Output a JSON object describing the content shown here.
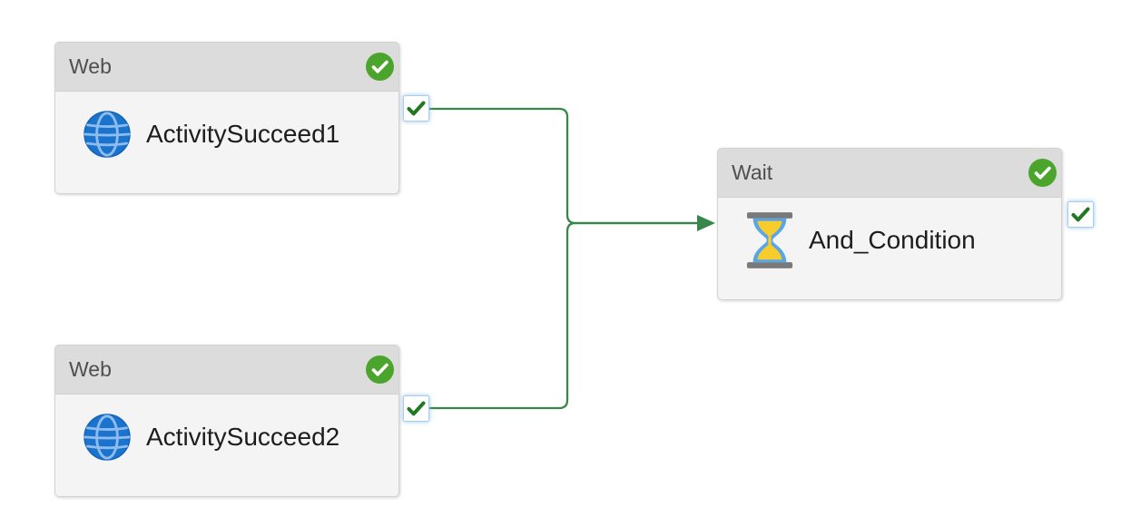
{
  "diagram": {
    "kind": "pipeline-activity-canvas",
    "background": "#ffffff"
  },
  "colors": {
    "node_header_bg": "#dcdcdc",
    "node_body_bg": "#f4f4f4",
    "node_border": "#d3d3d3",
    "header_text": "#4f4f4f",
    "name_text": "#1d1d1d",
    "status_badge_green": "#4BA52D",
    "connector_green": "#38874A",
    "port_check_green": "#217821",
    "port_border_blue": "#a8cfee",
    "globe_blue": "#1A73CD",
    "globe_grid_blue": "#8FBCEC",
    "hourglass_glass_blue": "#56A6E8",
    "hourglass_sand_yellow": "#F8CC2C",
    "hourglass_cap_gray": "#7A7A7A"
  },
  "icons": {
    "web_activity": "globe-icon",
    "wait_activity": "hourglass-icon",
    "status": "check-circle-icon",
    "port": "check-icon"
  },
  "nodes": [
    {
      "type_label": "Web",
      "name": "ActivitySucceed1",
      "icon": "globe-icon",
      "status": "succeeded"
    },
    {
      "type_label": "Web",
      "name": "ActivitySucceed2",
      "icon": "globe-icon",
      "status": "succeeded"
    },
    {
      "type_label": "Wait",
      "name": "And_Condition",
      "icon": "hourglass-icon",
      "status": "succeeded"
    }
  ],
  "connections": [
    {
      "from": "ActivitySucceed1",
      "to": "And_Condition",
      "condition": "success"
    },
    {
      "from": "ActivitySucceed2",
      "to": "And_Condition",
      "condition": "success"
    }
  ]
}
